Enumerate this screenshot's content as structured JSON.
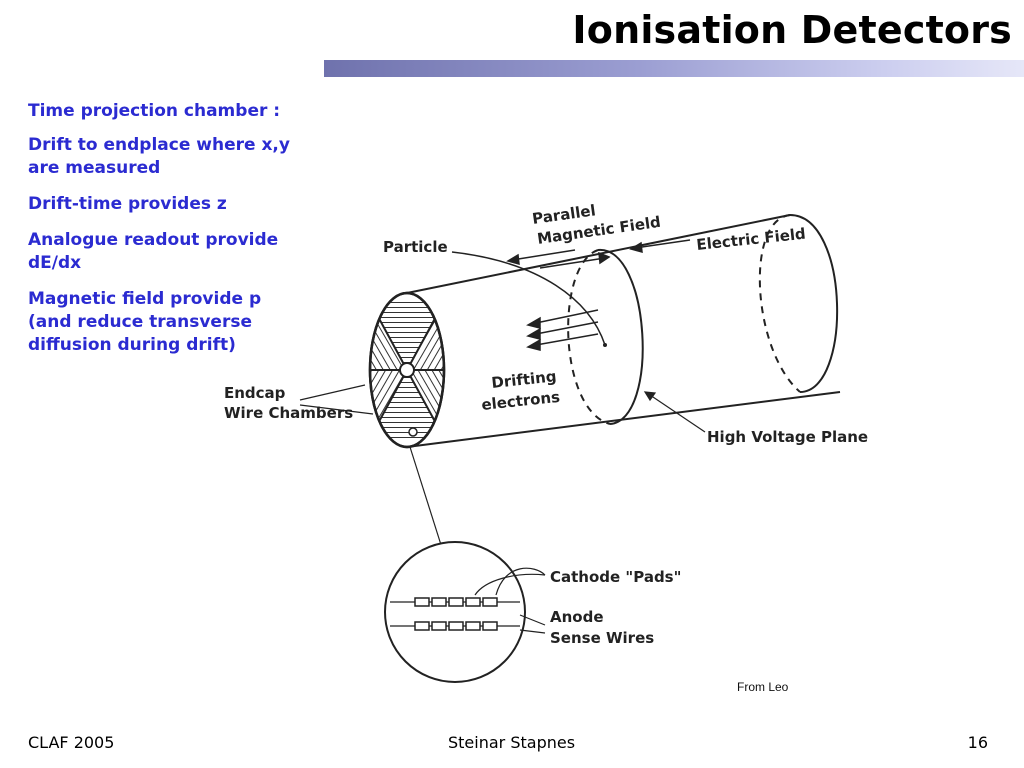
{
  "slide": {
    "title": "Ionisation Detectors",
    "bullets": [
      "Time projection chamber  :",
      "Drift to endplace where x,y are measured",
      "Drift-time provides z",
      "Analogue readout provide dE/dx",
      "Magnetic field provide p (and reduce transverse diffusion during drift)"
    ],
    "credit": "From Leo"
  },
  "diagram": {
    "labels": {
      "parallel": "Parallel",
      "magnetic_field": "Magnetic Field",
      "electric_field": "Electric Field",
      "particle": "Particle",
      "drifting": "Drifting",
      "electrons": "electrons",
      "endcap": "Endcap",
      "wire_chambers": "Wire Chambers",
      "high_voltage_plane": "High Voltage Plane",
      "cathode_pads": "Cathode \"Pads\"",
      "anode": "Anode",
      "sense_wires": "Sense Wires"
    }
  },
  "footer": {
    "left": "CLAF 2005",
    "center": "Steinar Stapnes",
    "page_number": "16"
  },
  "colors": {
    "bullet_text": "#2b2bd1",
    "title_bar_start": "#6f72ad",
    "title_bar_end": "#e6e7f8"
  }
}
